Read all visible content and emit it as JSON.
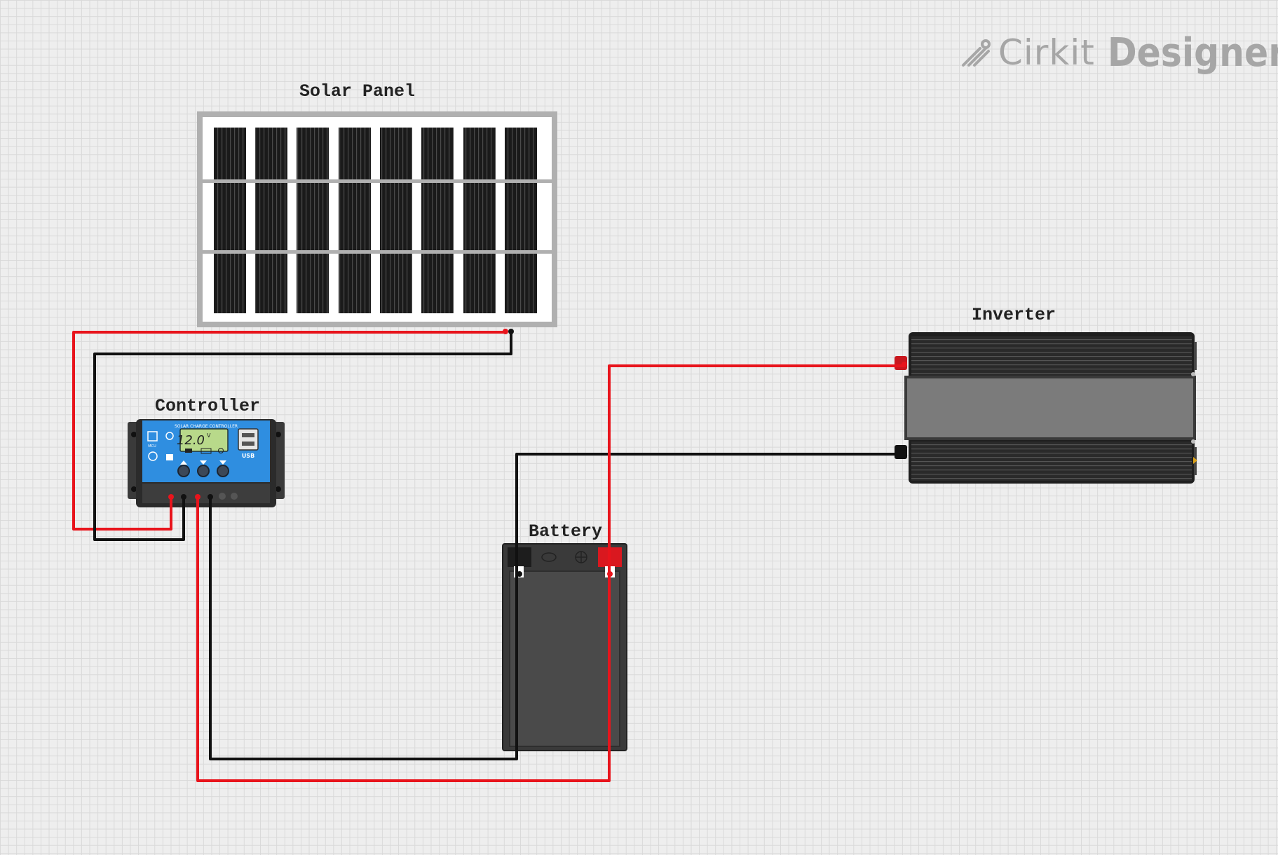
{
  "branding": {
    "cirkit": "Cirkit",
    "designer": "Designer",
    "logo_icon": "pencil-stripes-icon"
  },
  "components": {
    "solar_panel": {
      "label": "Solar Panel"
    },
    "controller": {
      "label": "Controller",
      "header_text": "SOLAR CHARGE CONTROLLER",
      "lcd_value": "12.0",
      "lcd_unit": "V",
      "usb_label": "USB",
      "mcu_label": "MCU"
    },
    "battery": {
      "label": "Battery"
    },
    "inverter": {
      "label": "Inverter"
    }
  },
  "wires": [
    {
      "from": "solar_panel.positive",
      "to": "controller.pv_positive",
      "color": "#e8141c"
    },
    {
      "from": "solar_panel.negative",
      "to": "controller.pv_negative",
      "color": "#111111"
    },
    {
      "from": "controller.battery_positive",
      "to": "battery.positive",
      "color": "#e8141c"
    },
    {
      "from": "controller.battery_negative",
      "to": "battery.negative",
      "color": "#111111"
    },
    {
      "from": "battery.positive",
      "to": "inverter.positive",
      "color": "#e8141c"
    },
    {
      "from": "battery.negative",
      "to": "inverter.negative",
      "color": "#111111"
    }
  ],
  "colors": {
    "wire_positive": "#e8141c",
    "wire_negative": "#111111",
    "controller_blue": "#2f8ee0",
    "lcd_green": "#b8d98a"
  }
}
